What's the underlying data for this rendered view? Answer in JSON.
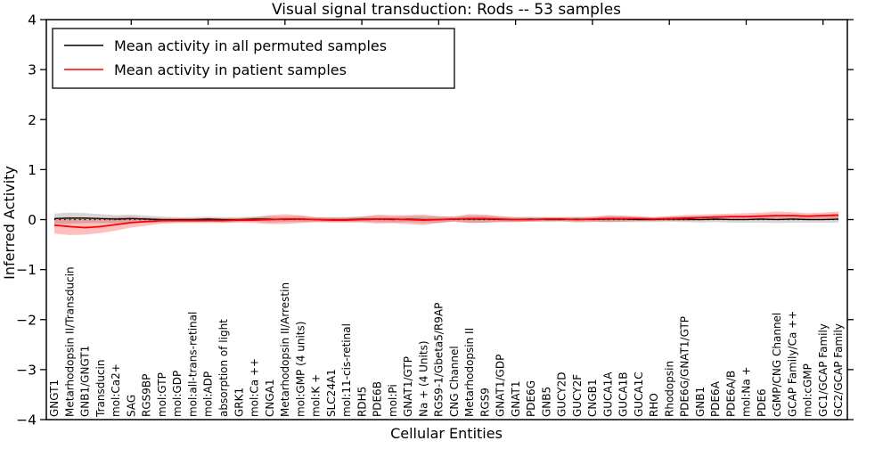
{
  "title": "Visual signal transduction: Rods -- 53 samples",
  "legend": {
    "items": [
      {
        "label": "Mean activity in all permuted samples",
        "color": "#000000"
      },
      {
        "label": "Mean activity in patient samples",
        "color": "#ff0000"
      }
    ]
  },
  "chart_data": {
    "type": "line",
    "title": "Visual signal transduction: Rods -- 53 samples",
    "xlabel": "Cellular Entities",
    "ylabel": "Inferred Activity",
    "ylim": [
      -4,
      4
    ],
    "yticks": [
      4,
      3,
      2,
      1,
      0,
      -1,
      -2,
      -3,
      -4
    ],
    "grid": false,
    "legend_position": "upper left",
    "zero_line": {
      "style": "dotted",
      "color": "#000000"
    },
    "categories": [
      "GNGT1",
      "Metarhodopsin II/Transducin",
      "GNB1/GNGT1",
      "Transducin",
      "mol:Ca2+",
      "SAG",
      "RGS9BP",
      "mol:GTP",
      "mol:GDP",
      "mol:all-trans-retinal",
      "mol:ADP",
      "absorption of light",
      "GRK1",
      "mol:Ca ++",
      "CNGA1",
      "Metarhodopsin II/Arrestin",
      "mol:GMP (4 units)",
      "mol:K +",
      "SLC24A1",
      "mol:11-cis-retinal",
      "RDH5",
      "PDE6B",
      "mol:Pi",
      "GNAT1/GTP",
      "Na + (4 Units)",
      "RGS9-1/Gbeta5/R9AP",
      "CNG Channel",
      "Metarhodopsin II",
      "RGS9",
      "GNAT1/GDP",
      "GNAT1",
      "PDE6G",
      "GNB5",
      "GUCY2D",
      "GUCY2F",
      "CNGB1",
      "GUCA1A",
      "GUCA1B",
      "GUCA1C",
      "RHO",
      "Rhodopsin",
      "PDE6G/GNAT1/GTP",
      "GNB1",
      "PDE6A",
      "PDE6A/B",
      "mol:Na +",
      "PDE6",
      "cGMP/CNG Channel",
      "GCAP Family/Ca ++",
      "mol:cGMP",
      "GC1/GCAP Family",
      "GC2/GCAP Family"
    ],
    "series": [
      {
        "name": "Mean activity in all permuted samples",
        "color": "#000000",
        "line_width": 1.3,
        "band_opacity": 0.16,
        "values": [
          0.02,
          0.03,
          0.03,
          0.02,
          0.01,
          0.02,
          0.01,
          0.0,
          0.0,
          0.0,
          0.01,
          0.0,
          0.0,
          0.01,
          0.01,
          0.0,
          0.01,
          0.0,
          0.0,
          0.0,
          0.01,
          0.01,
          0.0,
          0.01,
          0.0,
          0.0,
          0.01,
          0.01,
          0.01,
          0.0,
          0.0,
          0.01,
          0.0,
          0.0,
          0.01,
          0.0,
          0.01,
          0.01,
          0.0,
          0.0,
          0.01,
          0.01,
          0.0,
          0.01,
          0.0,
          0.0,
          0.01,
          0.0,
          0.01,
          0.0,
          0.0,
          0.01
        ],
        "band_upper": [
          0.12,
          0.14,
          0.13,
          0.11,
          0.09,
          0.1,
          0.08,
          0.06,
          0.05,
          0.05,
          0.06,
          0.05,
          0.05,
          0.06,
          0.07,
          0.06,
          0.07,
          0.05,
          0.05,
          0.05,
          0.06,
          0.07,
          0.06,
          0.07,
          0.07,
          0.06,
          0.06,
          0.08,
          0.08,
          0.06,
          0.05,
          0.06,
          0.05,
          0.05,
          0.06,
          0.05,
          0.07,
          0.07,
          0.05,
          0.05,
          0.06,
          0.07,
          0.06,
          0.07,
          0.06,
          0.06,
          0.08,
          0.07,
          0.08,
          0.06,
          0.06,
          0.08
        ],
        "band_lower": [
          -0.08,
          -0.08,
          -0.07,
          -0.07,
          -0.07,
          -0.06,
          -0.06,
          -0.06,
          -0.05,
          -0.05,
          -0.04,
          -0.05,
          -0.05,
          -0.04,
          -0.06,
          -0.05,
          -0.05,
          -0.05,
          -0.05,
          -0.05,
          -0.04,
          -0.05,
          -0.06,
          -0.05,
          -0.07,
          -0.06,
          -0.04,
          -0.06,
          -0.06,
          -0.05,
          -0.05,
          -0.04,
          -0.05,
          -0.04,
          -0.06,
          -0.05,
          -0.05,
          -0.05,
          -0.05,
          -0.05,
          -0.04,
          -0.05,
          -0.06,
          -0.05,
          -0.06,
          -0.06,
          -0.06,
          -0.07,
          -0.06,
          -0.06,
          -0.06,
          -0.06
        ]
      },
      {
        "name": "Mean activity in patient samples",
        "color": "#ff0000",
        "line_width": 1.8,
        "band_opacity": 0.25,
        "values": [
          -0.11,
          -0.14,
          -0.16,
          -0.14,
          -0.1,
          -0.06,
          -0.04,
          -0.02,
          -0.02,
          -0.02,
          -0.02,
          -0.02,
          -0.01,
          -0.01,
          0.0,
          0.01,
          0.01,
          0.0,
          -0.01,
          -0.01,
          0.0,
          0.01,
          0.01,
          0.0,
          -0.01,
          0.0,
          0.01,
          0.02,
          0.02,
          0.01,
          0.0,
          0.0,
          0.01,
          0.01,
          0.0,
          0.01,
          0.02,
          0.02,
          0.02,
          0.01,
          0.02,
          0.03,
          0.04,
          0.05,
          0.06,
          0.06,
          0.07,
          0.08,
          0.08,
          0.07,
          0.08,
          0.09
        ],
        "band_upper": [
          0.04,
          0.05,
          0.04,
          0.04,
          0.05,
          0.06,
          0.04,
          0.03,
          0.03,
          0.03,
          0.03,
          0.03,
          0.03,
          0.05,
          0.09,
          0.11,
          0.09,
          0.05,
          0.04,
          0.04,
          0.06,
          0.1,
          0.09,
          0.09,
          0.1,
          0.07,
          0.06,
          0.11,
          0.1,
          0.07,
          0.05,
          0.04,
          0.05,
          0.05,
          0.04,
          0.06,
          0.09,
          0.08,
          0.07,
          0.05,
          0.07,
          0.09,
          0.1,
          0.11,
          0.12,
          0.13,
          0.14,
          0.16,
          0.15,
          0.13,
          0.14,
          0.16
        ],
        "band_lower": [
          -0.28,
          -0.31,
          -0.3,
          -0.27,
          -0.22,
          -0.16,
          -0.12,
          -0.08,
          -0.07,
          -0.07,
          -0.07,
          -0.07,
          -0.06,
          -0.07,
          -0.09,
          -0.09,
          -0.07,
          -0.05,
          -0.06,
          -0.06,
          -0.06,
          -0.08,
          -0.07,
          -0.09,
          -0.11,
          -0.07,
          -0.04,
          -0.07,
          -0.06,
          -0.05,
          -0.05,
          -0.04,
          -0.03,
          -0.03,
          -0.04,
          -0.04,
          -0.05,
          -0.04,
          -0.03,
          -0.03,
          -0.03,
          -0.03,
          -0.02,
          -0.01,
          0.0,
          0.0,
          0.0,
          0.01,
          0.01,
          0.01,
          0.02,
          0.03
        ]
      }
    ]
  }
}
